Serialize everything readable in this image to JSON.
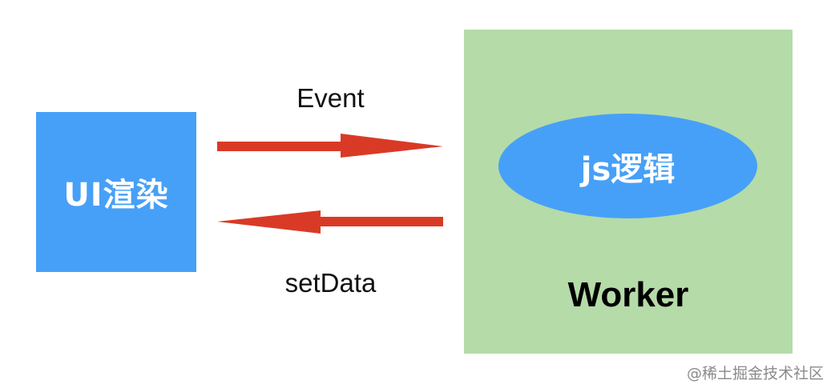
{
  "diagram": {
    "ui_box": {
      "label": "UI渲染",
      "color": "#47a0f7"
    },
    "worker_box": {
      "label": "Worker",
      "color": "#b5dba8"
    },
    "logic_ellipse": {
      "label": "js逻辑",
      "color": "#47a0f7"
    },
    "arrows": {
      "color": "#d93a26",
      "event": {
        "label": "Event",
        "direction": "right"
      },
      "set_data": {
        "label": "setData",
        "direction": "left"
      }
    }
  },
  "watermark": {
    "text": "@稀土掘金技术社区"
  }
}
